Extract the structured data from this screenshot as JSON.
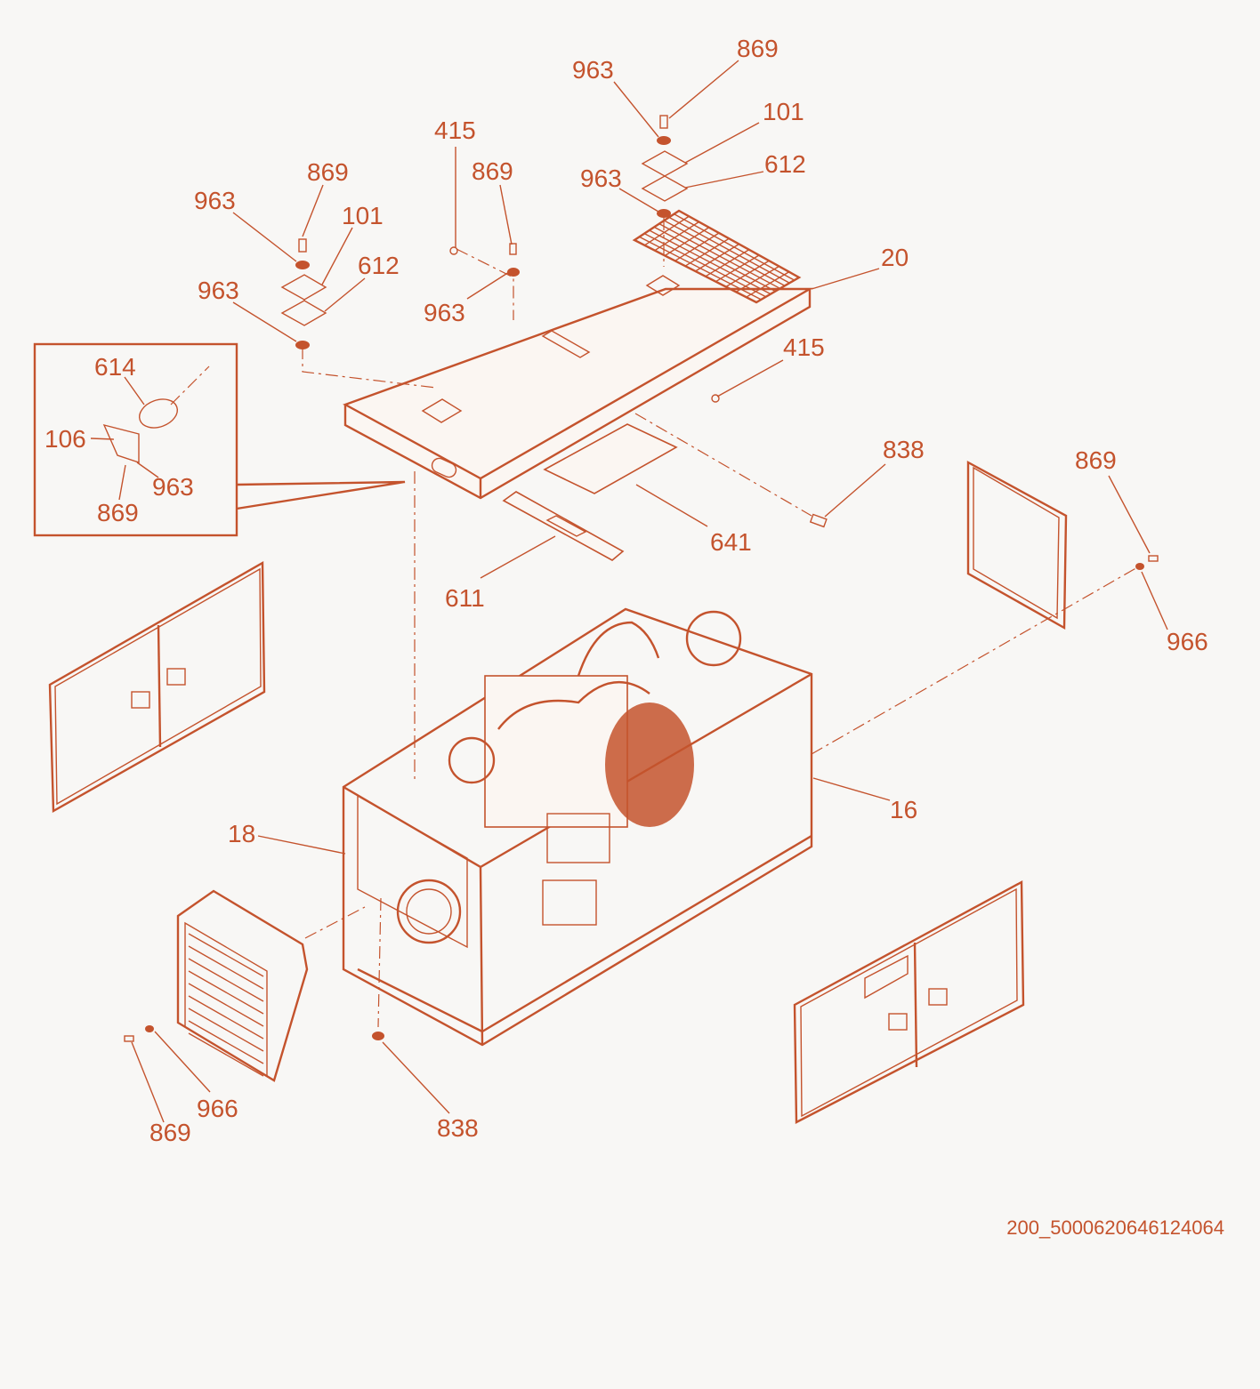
{
  "diagram": {
    "drawing_id": "200_5000620646124064",
    "part_labels": {
      "p869_a": "869",
      "p963_a": "963",
      "p101_a": "101",
      "p612_a": "612",
      "p963_b": "963",
      "p415_a": "415",
      "p869_b": "869",
      "p963_c": "963",
      "p869_c": "869",
      "p963_d": "963",
      "p101_b": "101",
      "p612_b": "612",
      "p963_e": "963",
      "p20": "20",
      "p415_b": "415",
      "p614": "614",
      "p106": "106",
      "p963_f": "963",
      "p869_d": "869",
      "p838_a": "838",
      "p641": "641",
      "p611": "611",
      "p869_e": "869",
      "p966_a": "966",
      "p16": "16",
      "p18": "18",
      "p966_b": "966",
      "p869_f": "869",
      "p838_b": "838"
    },
    "colors": {
      "line": "#c4532d",
      "background": "#f8f7f5"
    }
  }
}
